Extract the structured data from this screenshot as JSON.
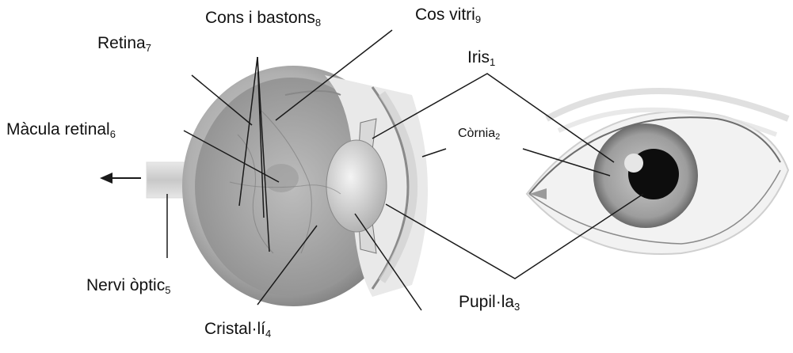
{
  "labels": {
    "iris": {
      "name": "Iris",
      "num": "1"
    },
    "cornea": {
      "name": "Còrnia",
      "num": "2"
    },
    "pupil": {
      "name": "Pupil·la",
      "num": "3"
    },
    "lens": {
      "name": "Cristal·lí",
      "num": "4"
    },
    "optic": {
      "name": "Nervi òptic",
      "num": "5"
    },
    "macula": {
      "name": "Màcula retinal",
      "num": "6"
    },
    "retina": {
      "name": "Retina",
      "num": "7"
    },
    "rods": {
      "name": "Cons i bastons",
      "num": "8"
    },
    "vitreous": {
      "name": "Cos vitri",
      "num": "9"
    }
  },
  "colors": {
    "ink": "#1a1a1a",
    "eyeball_gray": "#b9b9b9",
    "iris_gray": "#a8a8a8",
    "pupil_black": "#0d0d0d"
  }
}
